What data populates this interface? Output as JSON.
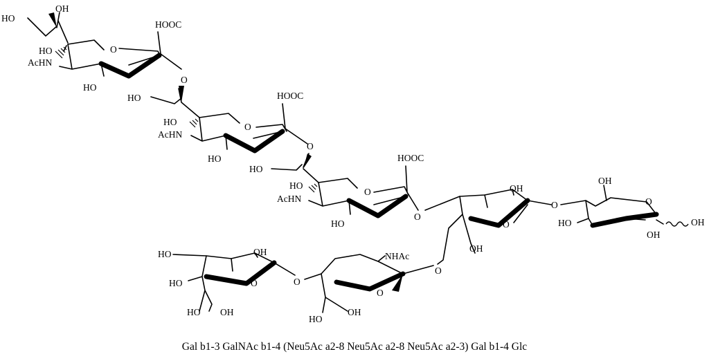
{
  "structure": {
    "neu5ac_top": {
      "cooh": "HOOC",
      "ho_tail": "HO",
      "oh_tail": "OH",
      "ho_side": "HO",
      "achn": "AcHN",
      "ho_ring": "HO",
      "ring_o": "O",
      "link_o": "O"
    },
    "neu5ac_mid": {
      "cooh": "HOOC",
      "ho_tail": "HO",
      "ho_side": "HO",
      "achn": "AcHN",
      "ho_ring": "HO",
      "ring_o": "O",
      "link_o": "O"
    },
    "neu5ac_low": {
      "cooh": "HOOC",
      "ho_tail": "HO",
      "ho_side": "HO",
      "achn": "AcHN",
      "ho_ring": "HO",
      "ring_o": "O",
      "link_o": "O"
    },
    "gal_center": {
      "oh_top": "OH",
      "ring_o": "O",
      "oh_ch2": "OH",
      "link_o_glc": "O",
      "link_o_galnac": "O"
    },
    "glc": {
      "oh_ch2": "OH",
      "ring_o": "O",
      "ho_left": "HO",
      "oh_bottom": "OH",
      "oh_anomeric": "OH"
    },
    "gal_left": {
      "ho_top": "HO",
      "oh_top": "OH",
      "ring_o": "O",
      "ho_left": "HO",
      "ho_bottom": "HO",
      "oh_ch2": "OH",
      "link_o": "O"
    },
    "galnac": {
      "nhac": "NHAc",
      "ring_o": "O",
      "ho_bottom": "HO",
      "oh_ch2": "OH"
    }
  },
  "caption": "Gal b1-3 GalNAc b1-4 (Neu5Ac a2-8 Neu5Ac a2-8 Neu5Ac a2-3) Gal b1-4 Glc"
}
